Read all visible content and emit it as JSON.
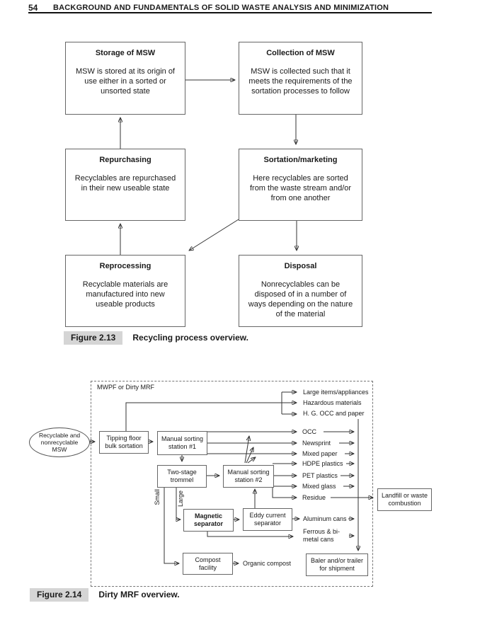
{
  "header": {
    "page_number": "54",
    "title": "BACKGROUND AND FUNDAMENTALS OF SOLID WASTE ANALYSIS AND MINIMIZATION"
  },
  "figure_2_13": {
    "caption": {
      "label": "Figure 2.13",
      "text": "Recycling process overview."
    },
    "nodes": {
      "storage": {
        "title": "Storage of MSW",
        "body": "MSW is stored at its origin of use either in a sorted or unsorted state"
      },
      "collection": {
        "title": "Collection of MSW",
        "body": "MSW is collected such that it meets the requirements of the sortation processes to follow"
      },
      "repurchasing": {
        "title": "Repurchasing",
        "body": "Recyclables are repurchased in their new useable state"
      },
      "sortation": {
        "title": "Sortation/marketing",
        "body": "Here recyclables are sorted from the waste stream and/or from one another"
      },
      "reprocessing": {
        "title": "Reprocessing",
        "body": "Recyclable materials are manufactured into new useable products"
      },
      "disposal": {
        "title": "Disposal",
        "body": "Nonrecyclables can be disposed of in a number of ways depending on the nature of the material"
      }
    }
  },
  "figure_2_14": {
    "caption": {
      "label": "Figure 2.14",
      "text": "Dirty MRF overview."
    },
    "facility_label": "MWPF or Dirty MRF",
    "source_label": "Recyclable and nonrecyclable MSW",
    "process_nodes": {
      "tipping_floor": "Tipping floor bulk sortation",
      "manual_sorting_1": "Manual sorting station #1",
      "two_stage_trommel": "Two-stage trommel",
      "manual_sorting_2": "Manual sorting station #2",
      "magnetic_separator": "Magnetic separator",
      "eddy_current_separator": "Eddy current separator",
      "compost_facility": "Compost facility",
      "baler": "Baler and/or trailer for shipment",
      "landfill": "Landfill or waste combustion"
    },
    "output_streams": {
      "large_items": "Large items/appliances",
      "hazardous": "Hazardous materials",
      "hg_occ": "H. G. OCC and paper",
      "occ": "OCC",
      "newsprint": "Newsprint",
      "mixed_paper": "Mixed paper",
      "hdpe": "HDPE plastics",
      "pet": "PET plastics",
      "mixed_glass": "Mixed glass",
      "residue": "Residue",
      "aluminum": "Aluminum cans",
      "ferrous": "Ferrous & bi-metal cans",
      "organic": "Organic compost"
    },
    "size_labels": {
      "small": "Small",
      "large": "Large"
    }
  },
  "colors": {
    "text": "#1a1a1a",
    "line": "#333333",
    "box_border": "#666666",
    "caption_bg": "#d5d5d5",
    "page_bg": "#ffffff"
  }
}
